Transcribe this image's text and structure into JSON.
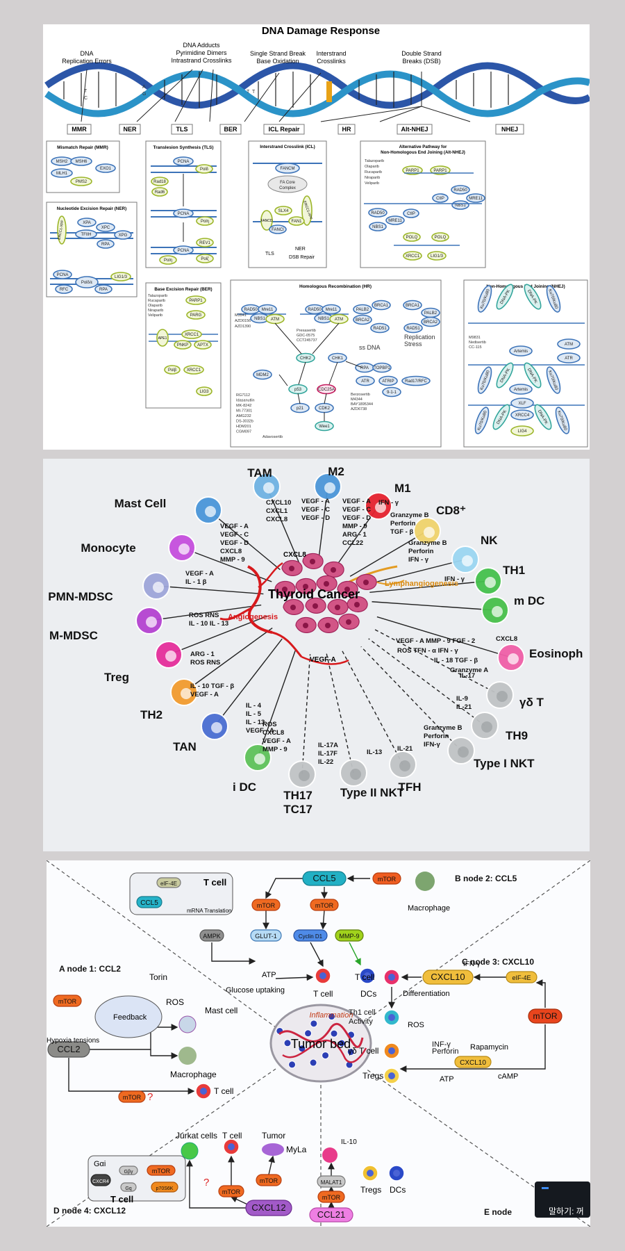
{
  "panel1": {
    "title": "DNA Damage Response",
    "damage_sources": [
      "DNA\nReplication Errors",
      "DNA Adducts\nPyrimidine Dimers\nIntrastrand Crosslinks",
      "Single Strand Break\nBase Oxidation",
      "Interstrand\nCrosslinks",
      "Double Strand\nBreaks (DSB)"
    ],
    "pathways": [
      "MMR",
      "NER",
      "TLS",
      "BER",
      "ICL Repair",
      "HR",
      "Alt-NHEJ",
      "NHEJ"
    ],
    "boxes": {
      "mmr": {
        "title": "Mismatch Repair (MMR)",
        "proteins": [
          "MSH2",
          "MSH6",
          "MLH1",
          "PMS2",
          "EXO1"
        ]
      },
      "ner": {
        "title": "Nucleotide Excision Repair (NER)",
        "proteins": [
          "XPA",
          "XPC",
          "TFIIH",
          "XPG",
          "RPA",
          "ERCC1-XPF",
          "PCNA",
          "Polδ/ε",
          "RFC",
          "RPA",
          "LIG1/3"
        ]
      },
      "tls": {
        "title": "Translesion Synthesis (TLS)",
        "proteins": [
          "PCNA",
          "Polδ",
          "Rad18",
          "Rad6",
          "PCNA",
          "Polη",
          "PCNA",
          "REV1",
          "Polη",
          "Polζ"
        ]
      },
      "icl": {
        "title": "Interstrand Crosslink (ICL) Repair",
        "proteins": [
          "FANCM",
          "FA Core Complex",
          "SLX4",
          "ERCC1-XPF",
          "FANCD",
          "FANCI",
          "FAN1"
        ],
        "outputs": [
          "NER",
          "DSB Repair"
        ],
        "tls": "TLS"
      },
      "alt": {
        "title": "Alternative Pathway for Non-Homologous End Joining (Alt-NHEJ)",
        "drugs": [
          "Talazoparib",
          "Olaparib",
          "Rucaparib",
          "Niraparib",
          "Veliparib"
        ],
        "proteins": [
          "PARP1",
          "PARP1",
          "RAD50",
          "CtIP",
          "MRE11",
          "NBS1",
          "RAD50",
          "MRE11",
          "CtIP",
          "NBS1",
          "POLQ",
          "POLQ",
          "XRCC1",
          "LIG1/3"
        ]
      },
      "ber": {
        "title": "Base Excision Repair (BER)",
        "drugs": [
          "Talazoparib",
          "Rucaparib",
          "Olaparib",
          "Niraparib",
          "Veliparib"
        ],
        "proteins": [
          "PARP1",
          "PARG",
          "APE1",
          "XRCC1",
          "PNKP",
          "APTX",
          "Polβ",
          "XRCC1",
          "LIG3"
        ]
      },
      "hr": {
        "title": "Homologous Recombination (HR)",
        "proteins": [
          "RAD50",
          "Mre11",
          "NBS1",
          "ATM",
          "RAD50",
          "Mre11",
          "NBS1",
          "ATM",
          "PALB2",
          "BRCA1",
          "BRCA1",
          "PALB2",
          "BRCA2",
          "RAD51",
          "RAD51",
          "BRCA2",
          "CHK2",
          "CHK1",
          "RPA",
          "TOPBP1",
          "ATR",
          "ATRIP",
          "Rad17/RFC",
          "9-1-1",
          "MDM2",
          "p53",
          "CDC25A",
          "p21",
          "CDK2",
          "Wee1"
        ],
        "drugs_atm": [
          "M3541",
          "AZD0156",
          "AZD1390"
        ],
        "drugs_chk": [
          "Prexasertib",
          "GDC-0575",
          "CCT245737"
        ],
        "drugs_mdm2": [
          "RG7112",
          "Idasanutlin",
          "MK-8242",
          "MI-77301",
          "AMG232",
          "DS-3032b",
          "HDM201",
          "CGM097"
        ],
        "drugs_atr": [
          "Berzosertib",
          "M4344",
          "BAY1895344",
          "AZD6738"
        ],
        "adavo": "Adavosertib",
        "ssdna": "ss DNA",
        "stress": "Replication\nStress"
      },
      "nhej": {
        "title": "Non-Homologous End Joining (NHEJ)",
        "drugs": [
          "M9831",
          "Nedisertib",
          "CC-115"
        ],
        "proteins": [
          "Ku70/Ku80",
          "DNA-PK",
          "DNA-PK",
          "Ku70/Ku80",
          "ATM",
          "ATR",
          "Artemis",
          "Ku70/Ku80",
          "DNA-PK",
          "DNA-PK",
          "Ku70/Ku80",
          "Artemis",
          "XLF",
          "Ku70/Ku80",
          "DNA-PK",
          "XRCC4",
          "DNA-PK",
          "Ku70/Ku80",
          "LIG4"
        ]
      }
    }
  },
  "panel2": {
    "center": "Thyroid Cancer",
    "angiogenesis": "Angiogenesis",
    "lymph": "Lymphangiogenesis",
    "vegfa_center": "VEGF-A",
    "cxcl8_center": "CXCL8",
    "cells": [
      "TAM",
      "M2",
      "M1",
      "CD8⁺",
      "NK",
      "TH1",
      "m DC",
      "Eosinoph",
      "γδ T",
      "TH9",
      "Type I NKT",
      "TFH",
      "Type II NKT",
      "TH17\nTC17",
      "i DC",
      "TAN",
      "TH2",
      "Treg",
      "M-MDSC",
      "PMN-MDSC",
      "Monocyte",
      "Mast  Cell"
    ],
    "factors": {
      "tam": "CXCL10\nCXCL1\nCXCL8",
      "m2": "VEGF - A\nVEGF - C\nVEGF - D",
      "m1": "VEGF - A\nVEGF - C\nVEGF - D\nMMP - 9\nARG - 1\nCCL22",
      "m1b": "IFN - γ",
      "cd8": "Granzyme B\nPerforin\nTGF - β",
      "nk": "Granzyme B\nPerforin\nIFN - γ",
      "th1": "IFN - γ",
      "mast": "VEGF - A\nVEGF - C\nVEGF - D\nCXCL8\nMMP - 9",
      "mono": "VEGF - A\nIL - 1 β",
      "pmn": "ROS    RNS\nIL - 10    IL - 13",
      "mmdsc": "ARG - 1\nROS    RNS",
      "treg": "IL - 10      TGF - β\nVEGF - A",
      "th2": "IL - 4\nIL - 5\nIL - 13\nVEGF - A",
      "tan": "ROS\nCXCL8\nVEGF - A\nMMP - 9",
      "eos1": "VEGF - A    MMP - 9    FGF - 2",
      "eos2": "ROS  TFN - α    IFN - γ",
      "eos3": "IL - 18  TGF - β",
      "eos4": "Granzyme A",
      "eos_cxcl8": "CXCL8",
      "gd": "IL-17",
      "th9": "IL-9\nIL-21",
      "nkt1": "Granzyme B\nPerforin\nIFN-γ",
      "tfh": "IL-21",
      "nkt2": "IL-13",
      "th17": "IL-17A\nIL-17F\nIL-22"
    }
  },
  "panel3": {
    "center": "Tumor bed",
    "inflammation": "Inflammation",
    "nodes": {
      "a": "A  node 1: CCL2",
      "b": "B  node 2: CCL5",
      "c": "C  node 3: CXCL10",
      "d": "D  node 4: CXCL12",
      "e": "E  node"
    },
    "labels": {
      "ccl5": "CCL5",
      "mtor": "mTOR",
      "macrophage": "Macrophage",
      "tcell": "T cell",
      "mrna": "mRNA Translation",
      "eif4e": "eIF-4E",
      "ampk": "AMPK",
      "glut1": "GLUT-1",
      "cyclin": "Cyclin D1",
      "mmp9": "MMP-9",
      "atp": "ATP",
      "glucose": "Glucose uptaking",
      "dcs": "DCs",
      "ccl2": "CCL2",
      "torin": "Torin",
      "ros": "ROS",
      "feedback": "Feedback",
      "mast": "Mast cell",
      "hypoxia": "Hypoxia tensions",
      "cxcl10": "CXCL10",
      "ifn": "IFN-γ",
      "diff": "Differentiation",
      "th1": "Th1 cell\nActivity",
      "gdt": "γδ T cell",
      "tregs": "Tregs",
      "inf": "INF-γ\nPerforin",
      "rapa": "Rapamycin",
      "camp": "cAMP",
      "jurkat": "Jurkat cells",
      "tumor": "Tumor",
      "cxcl12": "CXCL12",
      "gai": "Gαi",
      "gbg": "Gβγ",
      "cxcr4": "CXCR4",
      "gq": "Gq",
      "p70": "p70S6K",
      "myla": "MyLa",
      "il10": "IL-10",
      "malat1": "MALAT1",
      "ccl21": "CCL21",
      "qmark": "?"
    }
  },
  "taskbar": {
    "text": "말하기: 꺼"
  }
}
